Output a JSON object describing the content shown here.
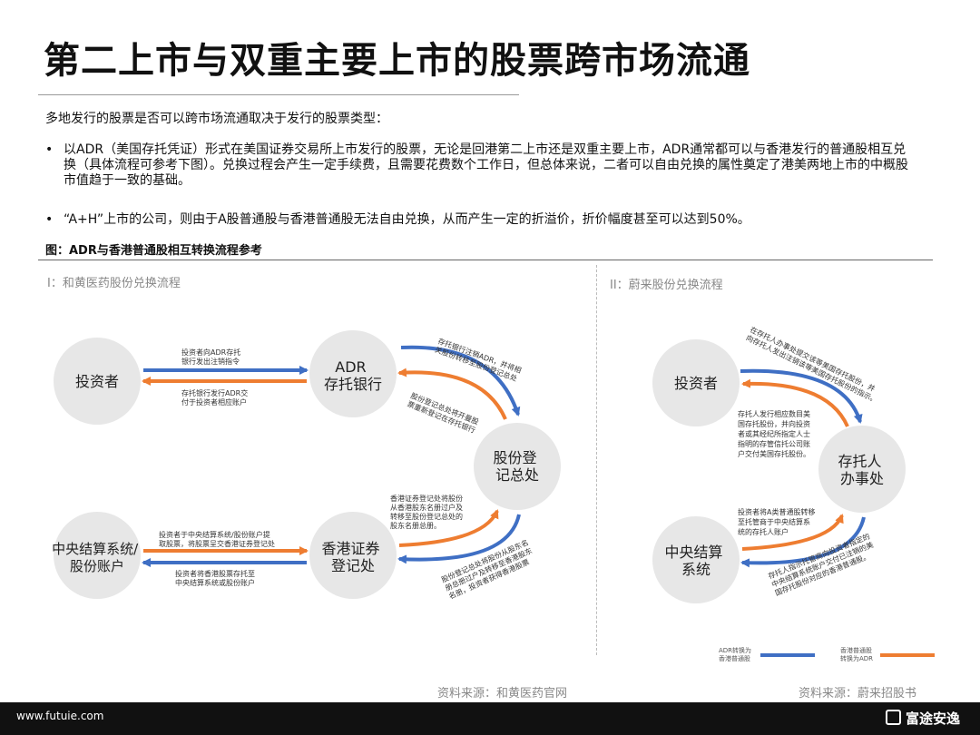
{
  "title": "第二上市与双重主要上市的股票跨市场流通",
  "intro": "多地发行的股票是否可以跨市场流通取决于发行的股票类型：",
  "bullets": [
    "以ADR（美国存托凭证）形式在美国证券交易所上市发行的股票，无论是回港第二上市还是双重主要上市，ADR通常都可以与香港发行的普通股相互兑换（具体流程可参考下图）。兑换过程会产生一定手续费，且需要花费数个工作日，但总体来说，二者可以自由兑换的属性奠定了港美两地上市的中概股市值趋于一致的基础。",
    "“A+H”上市的公司，则由于A股普通股与香港普通股无法自由兑换，从而产生一定的折溢价，折价幅度甚至可以达到50%。"
  ],
  "figure_caption": "图：ADR与香港普通股相互转换流程参考",
  "left": {
    "title": "I：和黄医药股份兑换流程",
    "nodes": {
      "investor": "投资者",
      "adr_bank": [
        "ADR",
        "存托银行"
      ],
      "registry": [
        "股份登",
        "记总处"
      ],
      "ccass": [
        "中央结算系统/",
        "股份账户"
      ],
      "hk_registrar": [
        "香港证券",
        "登记处"
      ]
    },
    "labels": {
      "inv_to_bank": [
        "投资者向ADR存托",
        "银行发出注销指令"
      ],
      "bank_to_inv": [
        "存托银行发行ADR交",
        "付于投资者相应账户"
      ],
      "bank_to_reg": [
        "存托银行注销ADR，并将相",
        "关股份转移至股份登记总处"
      ],
      "reg_to_bank": [
        "股份登记总处将开曼股",
        "票重新登记在存托银行"
      ],
      "hk_to_reg": [
        "香港证券登记处将股份",
        "从香港股东名册过户及",
        "转移至股份登记总处的",
        "股东名册总册。"
      ],
      "reg_to_hk": [
        "股份登记总处将股份从股东名",
        "册总册过户及转移至香港股东",
        "名册，投资者获得香港股票"
      ],
      "ccass_to_hk": [
        "投资者于中央结算系统/股份账户提",
        "取股票，将股票呈交香港证券登记处"
      ],
      "hk_to_ccass": [
        "投资者将香港股票存托至",
        "中央结算系统或股份账户"
      ]
    }
  },
  "right": {
    "title": "II：蔚来股份兑换流程",
    "nodes": {
      "investor": "投资者",
      "custodian": [
        "存托人",
        "办事处"
      ],
      "ccass": [
        "中央结算",
        "系统"
      ]
    },
    "labels": {
      "inv_to_cust": [
        "在存托人办事处提交该等美国存托股份，并",
        "向存托人发出注销该等美国存托股份的指示。"
      ],
      "cust_to_inv": [
        "存托人发行相应数目美",
        "国存托股份，并向投资",
        "者或其经纪所指定人士",
        "指明的存管信托公司账",
        "户交付美国存托股份。"
      ],
      "ccass_to_cust": [
        "投资者将A类普通股转移",
        "至托管商于中央结算系",
        "统的存托人账户"
      ],
      "cust_to_ccass": [
        "存托人指示托管商向投资者指定的",
        "中央结算系统账户交付已注销的美",
        "国存托股份对应的香港普通股。"
      ]
    },
    "legend": [
      {
        "label": [
          "ADR转换为",
          "香港普通股"
        ],
        "color": "#3f6fc4"
      },
      {
        "label": [
          "香港普通股",
          "转换为ADR"
        ],
        "color": "#ee7d31"
      }
    ]
  },
  "sources": [
    "资料来源：和黄医药官网",
    "资料来源：蔚来招股书"
  ],
  "footer": {
    "url": "www.futuie.com",
    "brand": "富途安逸"
  },
  "colors": {
    "blue": "#3f6fc4",
    "orange": "#ee7d31",
    "node": "#e7e7e7"
  }
}
